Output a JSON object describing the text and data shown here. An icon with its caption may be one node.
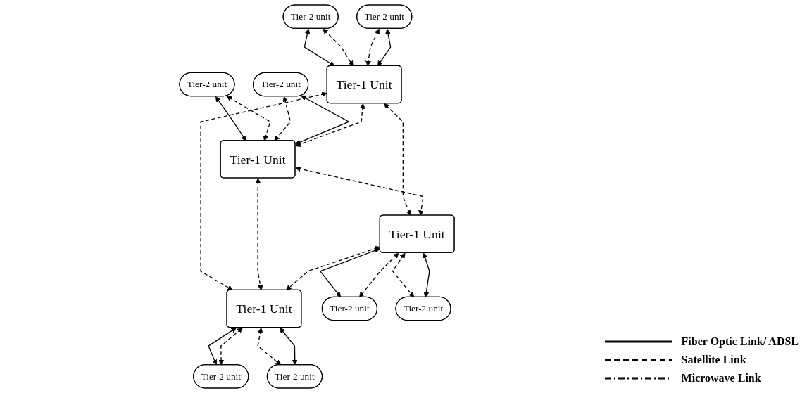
{
  "diagram": {
    "nodes": [
      {
        "text": [
          "Tier-2 unit"
        ]
      },
      {
        "text": [
          "Tier-2 unit"
        ]
      },
      {
        "text": [
          "Tier-2 unit"
        ]
      },
      {
        "text": [
          "Tier-2 unit"
        ]
      },
      {
        "text": [
          "Tier-1 Unit"
        ]
      },
      {
        "text": [
          "Tier-1 Unit"
        ]
      },
      {
        "text": [
          "Tier-1 Unit"
        ]
      },
      {
        "text": [
          "Tier-1 Unit"
        ]
      },
      {
        "text": [
          "Tier-2 unit"
        ]
      },
      {
        "text": [
          "Tier-2 unit"
        ]
      },
      {
        "text": [
          "Tier-2 unit"
        ]
      },
      {
        "text": [
          "Tier-2 unit"
        ]
      }
    ],
    "edges": [
      {
        "from": 0,
        "to": 4,
        "arrow": "both"
      },
      {
        "from": 0,
        "to": 4,
        "arrow": "both",
        "style": "dashed"
      },
      {
        "from": 1,
        "to": 4,
        "arrow": "both",
        "style": "dashed"
      },
      {
        "from": 1,
        "to": 4,
        "arrow": "both"
      },
      {
        "from": 2,
        "to": 5,
        "arrow": "both"
      },
      {
        "from": 2,
        "to": 5,
        "arrow": "both",
        "style": "dashed"
      },
      {
        "from": 3,
        "to": 5,
        "arrow": "both",
        "style": "dashed"
      },
      {
        "from": 3,
        "to": 5,
        "arrow": "both"
      },
      {
        "from": 4,
        "to": 5,
        "arrow": "both",
        "style": "dashed"
      },
      {
        "from": 4,
        "to": 6,
        "arrow": "both",
        "style": "dashed"
      },
      {
        "from": 4,
        "to": 7,
        "arrow": "both",
        "style": "dashed"
      },
      {
        "from": 5,
        "to": 6,
        "arrow": "both",
        "style": "dashed"
      },
      {
        "from": 5,
        "to": 7,
        "arrow": "both",
        "style": "dashed"
      },
      {
        "from": 6,
        "to": 7,
        "arrow": "both",
        "style": "dashed"
      },
      {
        "from": 6,
        "to": 8,
        "arrow": "both"
      },
      {
        "from": 6,
        "to": 8,
        "arrow": "both",
        "style": "dashed"
      },
      {
        "from": 6,
        "to": 9,
        "arrow": "both",
        "style": "dashed"
      },
      {
        "from": 6,
        "to": 9,
        "arrow": "both"
      },
      {
        "from": 7,
        "to": 10,
        "arrow": "both"
      },
      {
        "from": 7,
        "to": 10,
        "arrow": "both",
        "style": "dashed"
      },
      {
        "from": 7,
        "to": 11,
        "arrow": "both",
        "style": "dashed"
      },
      {
        "from": 7,
        "to": 11,
        "arrow": "both"
      }
    ],
    "legend": [
      {
        "text": "Fiber Optic Link/ ADSL"
      },
      {
        "text": "Satellite Link"
      },
      {
        "text": "Microwave Link"
      }
    ]
  }
}
